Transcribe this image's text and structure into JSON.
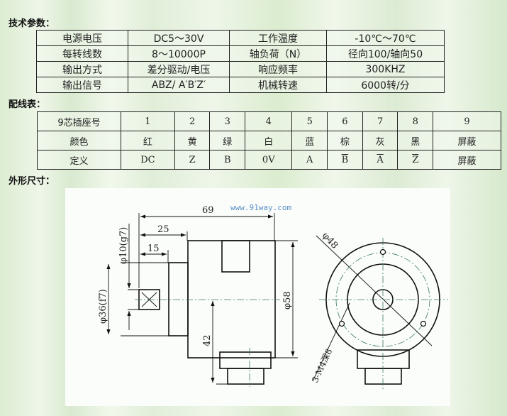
{
  "headings": {
    "tech": "技术参数：",
    "wiring": "配线表：",
    "dims": "外形尺寸："
  },
  "tech_table": [
    [
      "电源电压",
      "DC5～30V",
      "工作温度",
      "-10℃～70℃"
    ],
    [
      "每转线数",
      "8～10000P",
      "轴负荷（N）",
      "径向100/轴向50"
    ],
    [
      "输出方式",
      "差分驱动/电压",
      "响应频率",
      "300KHZ"
    ],
    [
      "输出信号",
      "ABZ/ A′B′Z′",
      "机械转速",
      "6000转/分"
    ]
  ],
  "wiring_table": {
    "pins": [
      "9芯插座号",
      "1",
      "2",
      "3",
      "4",
      "5",
      "6",
      "7",
      "8",
      "9"
    ],
    "colors": [
      "颜色",
      "红",
      "黄",
      "绿",
      "白",
      "蓝",
      "棕",
      "灰",
      "黑",
      "屏蔽"
    ],
    "defs": [
      "定义",
      "DC",
      "Z",
      "B",
      "0V",
      "A",
      "B",
      "A",
      "Z",
      "屏蔽"
    ]
  },
  "drawing": {
    "dim_69": "69",
    "dim_25": "25",
    "dim_15": "15",
    "dim_phi10": "φ10(g7)",
    "dim_phi36": "φ36(f7)",
    "dim_phi58": "φ58",
    "dim_42": "42",
    "dim_phi48": "φ48",
    "hole_note": "3-M4深8",
    "watermark": "www.91way.com"
  }
}
